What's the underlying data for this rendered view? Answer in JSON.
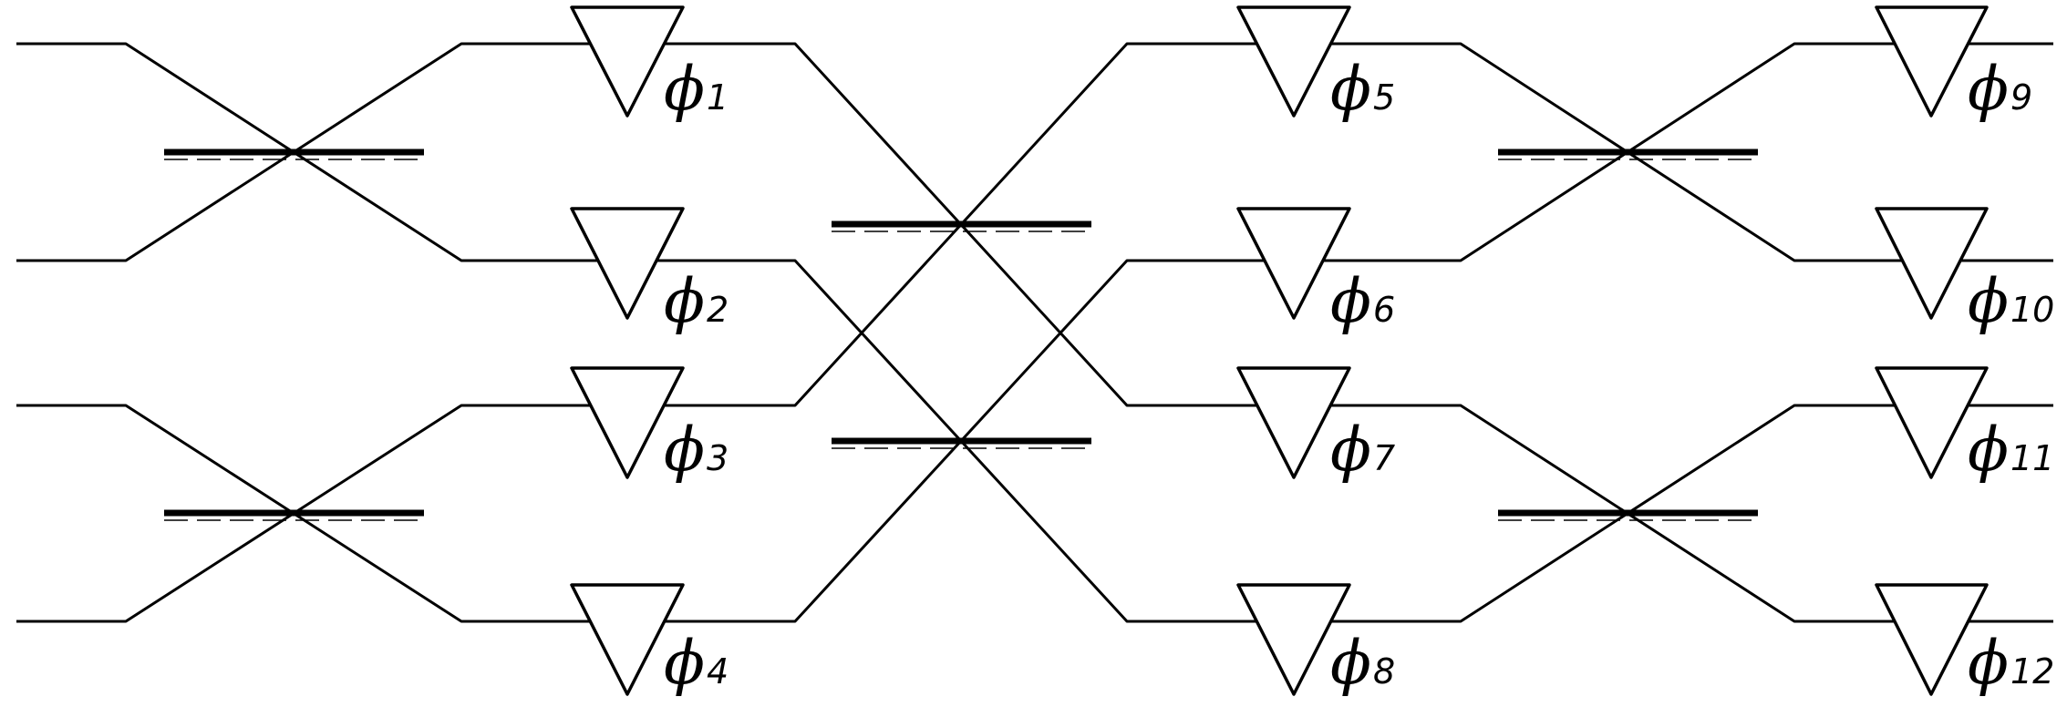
{
  "phase_symbol": "ϕ",
  "phase_shifters": [
    {
      "index": "1"
    },
    {
      "index": "2"
    },
    {
      "index": "3"
    },
    {
      "index": "4"
    },
    {
      "index": "5"
    },
    {
      "index": "6"
    },
    {
      "index": "7"
    },
    {
      "index": "8"
    },
    {
      "index": "9"
    },
    {
      "index": "10"
    },
    {
      "index": "11"
    },
    {
      "index": "12"
    }
  ],
  "colors": {
    "line": "#000000",
    "background": "#ffffff"
  }
}
